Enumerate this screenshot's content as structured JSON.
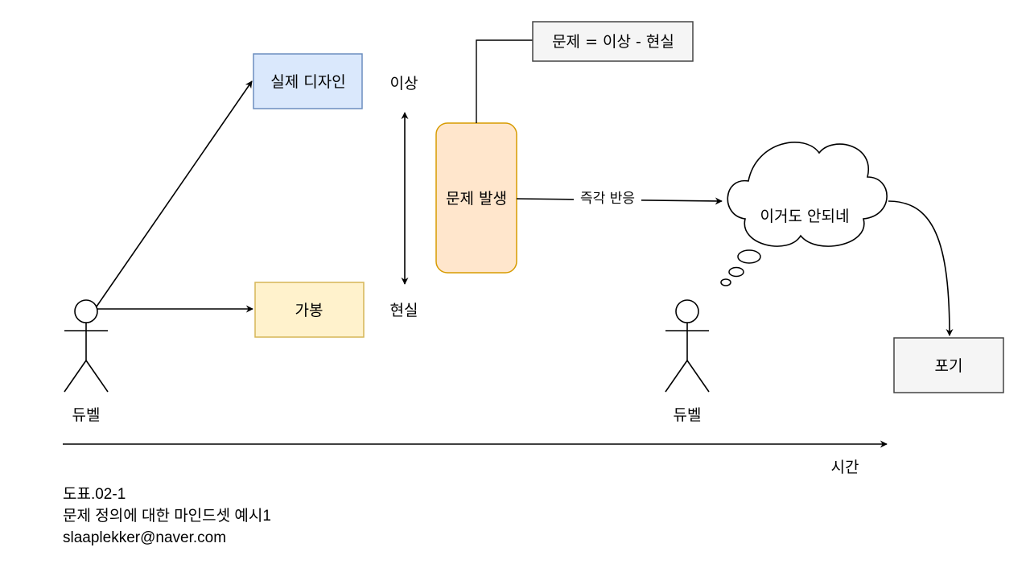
{
  "diagram": {
    "actor_left_label": "듀벨",
    "actor_right_label": "듀벨",
    "box_ideal_design": "실제 디자인",
    "box_ideal_fill": "#dae8fc",
    "box_ideal_stroke": "#6c8ebf",
    "box_provisional": "가봉",
    "box_provisional_fill": "#fff2cc",
    "box_provisional_stroke": "#d6b656",
    "label_ideal": "이상",
    "label_reality": "현실",
    "problem_box": "문제 발생",
    "problem_fill": "#ffe6cc",
    "problem_stroke": "#d79b00",
    "formula_box": "문제 = 이상 - 현실",
    "formula_fill": "#f5f5f5",
    "edge_reaction": "즉각 반응",
    "cloud_text": "이거도 안되네",
    "giveup_box": "포기",
    "giveup_fill": "#f5f5f5",
    "time_axis_label": "시간"
  },
  "caption": {
    "line1": "도표.02-1",
    "line2": "문제 정의에 대한 마인드셋 예시1",
    "line3": "slaaplekker@naver.com"
  }
}
